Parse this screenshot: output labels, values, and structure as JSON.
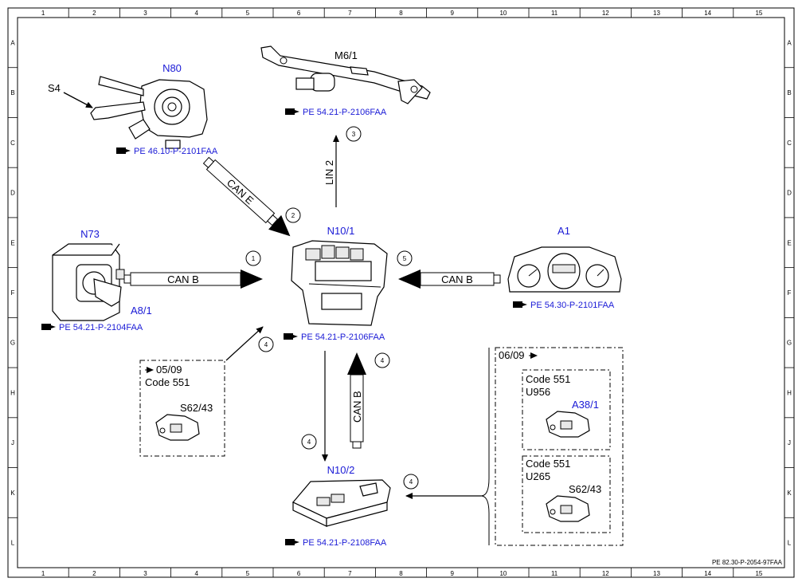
{
  "grid": {
    "cols": [
      "1",
      "2",
      "3",
      "4",
      "5",
      "6",
      "7",
      "8",
      "9",
      "10",
      "11",
      "12",
      "13",
      "14",
      "15"
    ],
    "rows": [
      "A",
      "B",
      "C",
      "D",
      "E",
      "F",
      "G",
      "H",
      "J",
      "K",
      "L"
    ]
  },
  "components": {
    "n80": {
      "label": "N80",
      "ref": "PE 46.10-P-2101FAA"
    },
    "s4": {
      "label": "S4"
    },
    "m6_1": {
      "label": "M6/1",
      "ref": "PE 54.21-P-2106FAA"
    },
    "n73": {
      "label": "N73",
      "sub": "A8/1",
      "ref": "PE 54.21-P-2104FAA"
    },
    "n10_1": {
      "label": "N10/1",
      "ref": "PE 54.21-P-2106FAA"
    },
    "a1": {
      "label": "A1",
      "ref": "PE 54.30-P-2101FAA"
    },
    "n10_2": {
      "label": "N10/2",
      "ref": "PE 54.21-P-2108FAA"
    }
  },
  "buses": {
    "can_e": "CAN E",
    "lin_2": "LIN 2",
    "can_b_left": "CAN B",
    "can_b_right": "CAN B",
    "can_b_vertical": "CAN B"
  },
  "markers": [
    "1",
    "2",
    "3",
    "4",
    "4",
    "4",
    "4",
    "5"
  ],
  "box_left": {
    "date": "05/09",
    "code": "Code 551",
    "component": "S62/43"
  },
  "box_right": {
    "date": "06/09",
    "upper": {
      "code": "Code 551",
      "variant": "U956",
      "component": "A38/1"
    },
    "lower": {
      "code": "Code 551",
      "variant": "U265",
      "component": "S62/43"
    }
  },
  "footer_ref": "PE 82.30-P-2054-97FAA"
}
